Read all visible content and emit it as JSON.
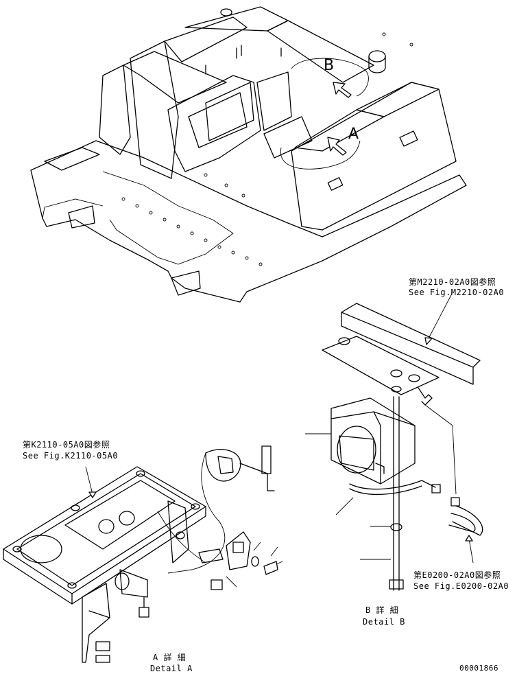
{
  "callouts": {
    "m2210_jp": "第M2210-02A0図参照",
    "m2210_en": "See Fig.M2210-02A0",
    "k2110_jp": "第K2110-05A0図参照",
    "k2110_en": "See Fig.K2110-05A0",
    "e0200_jp": "第E0200-02A0図参照",
    "e0200_en": "See Fig.E0200-02A0"
  },
  "views": {
    "view_letter_a": "A",
    "view_letter_b": "B",
    "detail_a_jp": "A 詳 細",
    "detail_a_en": "Detail A",
    "detail_b_jp": "B 詳 細",
    "detail_b_en": "Detail B"
  },
  "drawing_number": "00001866"
}
